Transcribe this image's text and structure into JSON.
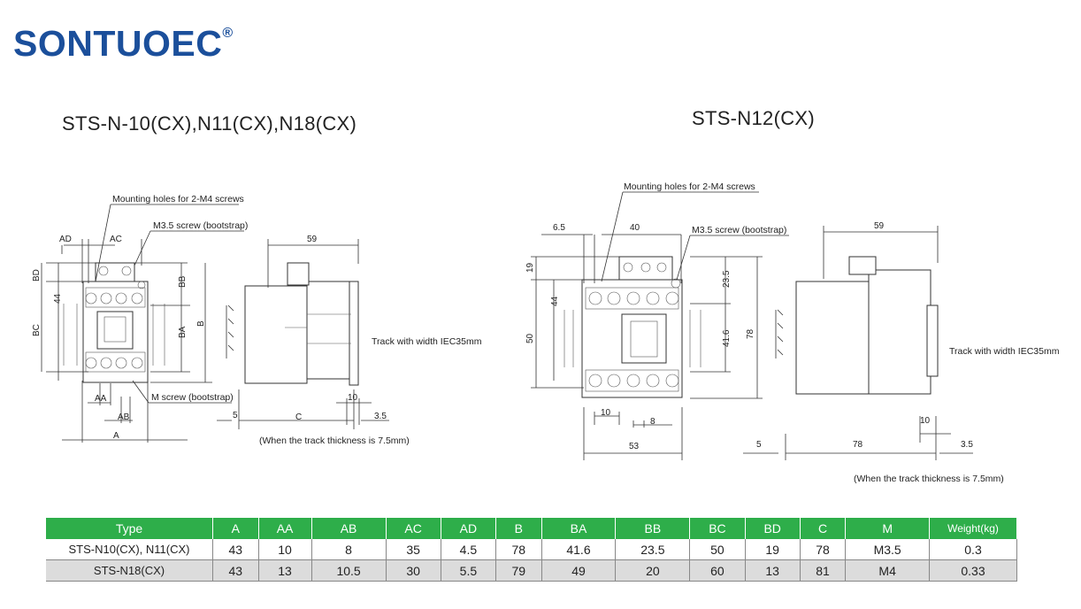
{
  "brand": {
    "name": "SONTUOEC",
    "mark": "®"
  },
  "titles": {
    "left": "STS-N-10(CX),N11(CX),N18(CX)",
    "right": "STS-N12(CX)"
  },
  "left_drawing": {
    "mounting_holes": "Mounting holes for 2-M4 screws",
    "m35_screw": "M3.5 screw (bootstrap)",
    "m_screw": "M screw (bootstrap)",
    "track": "Track with width IEC35mm",
    "note": "(When the track thickness is 7.5mm)",
    "dims": {
      "AD": "AD",
      "AC": "AC",
      "BD": "BD",
      "d44": "44",
      "BC": "BC",
      "BB": "BB",
      "BA": "BA",
      "B": "B",
      "AA": "AA",
      "AB": "AB",
      "A": "A",
      "d59": "59",
      "d10": "10",
      "d5": "5",
      "C": "C",
      "d35": "3.5"
    }
  },
  "right_drawing": {
    "mounting_holes": "Mounting holes for 2-M4 screws",
    "m35_screw": "M3.5 screw (bootstrap)",
    "track": "Track with width IEC35mm",
    "note": "(When the track thickness is 7.5mm)",
    "dims": {
      "d65": "6.5",
      "d40": "40",
      "d59": "59",
      "d19": "19",
      "d44": "44",
      "d50": "50",
      "d235": "23.5",
      "d416": "41.6",
      "d78v": "78",
      "d10a": "10",
      "d8": "8",
      "d53": "53",
      "d10b": "10",
      "d5": "5",
      "d78h": "78",
      "d35": "3.5"
    }
  },
  "table": {
    "headers": [
      "Type",
      "A",
      "AA",
      "AB",
      "AC",
      "AD",
      "B",
      "BA",
      "BB",
      "BC",
      "BD",
      "C",
      "M",
      "Weight(kg)"
    ],
    "rows": [
      [
        "STS-N10(CX), N11(CX)",
        "43",
        "10",
        "8",
        "35",
        "4.5",
        "78",
        "41.6",
        "23.5",
        "50",
        "19",
        "78",
        "M3.5",
        "0.3"
      ],
      [
        "STS-N18(CX)",
        "43",
        "13",
        "10.5",
        "30",
        "5.5",
        "79",
        "49",
        "20",
        "60",
        "13",
        "81",
        "M4",
        "0.33"
      ]
    ]
  },
  "colors": {
    "brand": "#1b4f9b",
    "table_header": "#2eae4a",
    "row_alt": "#dcdcdc"
  }
}
